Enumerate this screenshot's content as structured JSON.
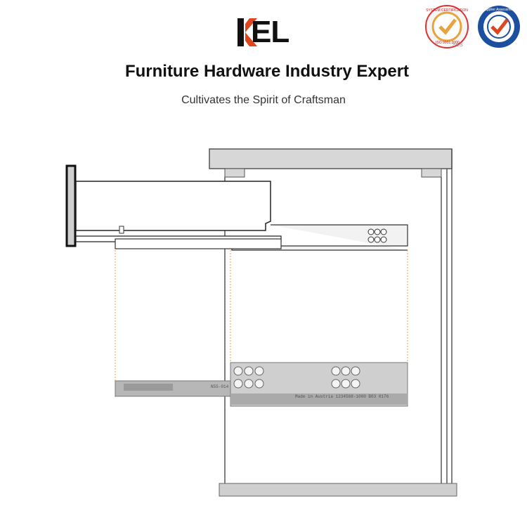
{
  "brand": {
    "logo_text": "EL",
    "logo_letter": "K",
    "accent_color": "#e0451f"
  },
  "header": {
    "headline": "Furniture Hardware Industry Expert",
    "subline": "Cultivates the Spirit of Craftsman"
  },
  "certifications": {
    "iso_top_text": "SYSTEM CERTIFICATION",
    "iso_bottom_text": "ISO 9001:2000",
    "iso_mark": "SGS",
    "supplier_text": "Supplier Assessment"
  },
  "diagram": {
    "rail_stamp_text": "Made in Austria 1234568-1000 B03 0176",
    "rail_tag_text": "N55-014",
    "guide_line_color": "#e8a33c"
  }
}
